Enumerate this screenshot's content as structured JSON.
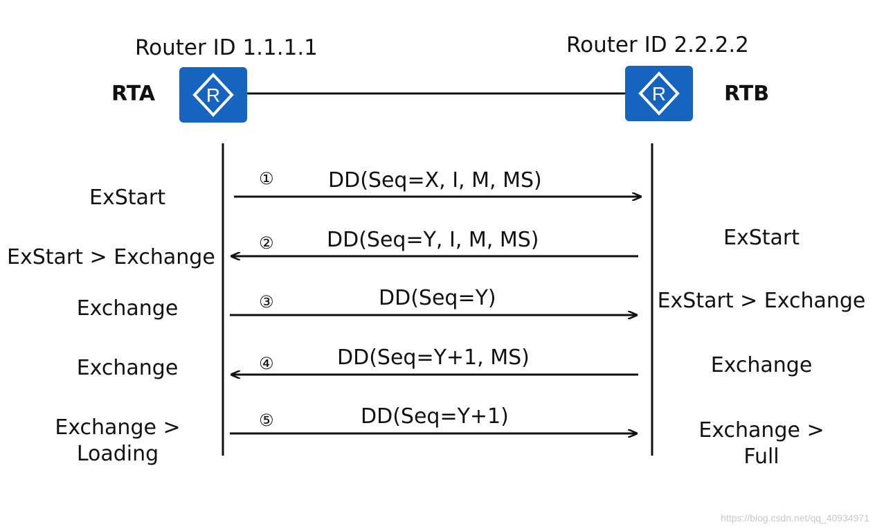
{
  "routers": {
    "left": {
      "name": "RTA",
      "id_label": "Router ID 1.1.1.1",
      "icon": "router-icon",
      "color": "#1565C0"
    },
    "right": {
      "name": "RTB",
      "id_label": "Router ID 2.2.2.2",
      "icon": "router-icon",
      "color": "#1565C0"
    }
  },
  "messages": [
    {
      "step": "①",
      "label": "DD(Seq=X, I, M, MS)",
      "direction": "right",
      "rta_state": "ExStart",
      "rtb_state": ""
    },
    {
      "step": "②",
      "label": "DD(Seq=Y, I, M, MS)",
      "direction": "left",
      "rta_state": "ExStart > Exchange",
      "rtb_state": "ExStart"
    },
    {
      "step": "③",
      "label": "DD(Seq=Y)",
      "direction": "right",
      "rta_state": "Exchange",
      "rtb_state": "ExStart > Exchange"
    },
    {
      "step": "④",
      "label": "DD(Seq=Y+1, MS)",
      "direction": "left",
      "rta_state": "Exchange",
      "rtb_state": "Exchange"
    },
    {
      "step": "⑤",
      "label": "DD(Seq=Y+1)",
      "direction": "right",
      "rta_state": "Exchange >\nLoading",
      "rtb_state": "Exchange >\nFull"
    }
  ],
  "watermark": "https://blog.csdn.net/qq_40934971"
}
